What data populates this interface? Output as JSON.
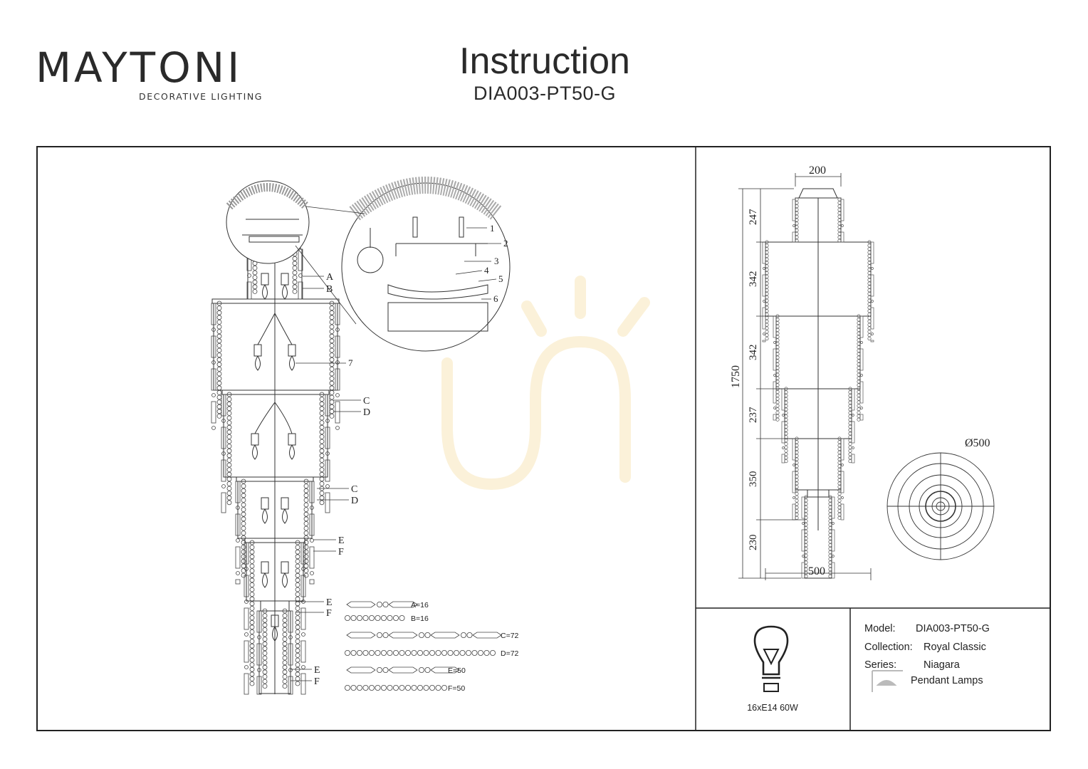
{
  "header": {
    "logo_text": "MAYTONI",
    "logo_tagline": "DECORATIVE LIGHTING",
    "title": "Instruction",
    "model_code": "DIA003-PT50-G"
  },
  "assembly_drawing": {
    "tier_labels": [
      "A",
      "B",
      "C",
      "D",
      "C",
      "D",
      "E",
      "F",
      "E",
      "F",
      "E",
      "F"
    ],
    "part_numbers": [
      "1",
      "2",
      "3",
      "4",
      "5",
      "6",
      "7"
    ],
    "crystal_counts": [
      {
        "label": "A=16"
      },
      {
        "label": "B=16"
      },
      {
        "label": "C=72"
      },
      {
        "label": "D=72"
      },
      {
        "label": "E=50"
      },
      {
        "label": "F=50"
      }
    ]
  },
  "dimensions": {
    "canopy_width": "200",
    "total_height": "1750",
    "segment_heights": [
      "247",
      "342",
      "342",
      "237",
      "350",
      "230"
    ],
    "bottom_width": "500",
    "diameter": "Ø500"
  },
  "specs": {
    "bulb_caption": "16xE14 60W",
    "rows": [
      {
        "label": "Model:",
        "value": "DIA003-PT50-G"
      },
      {
        "label": "Collection:",
        "value": "Royal Classic"
      },
      {
        "label": "Series:",
        "value": "Niagara"
      }
    ],
    "category": "Pendant Lamps"
  },
  "colors": {
    "line": "#222222",
    "brand_accent": "#6b1f5e",
    "watermark": "#fbf1d9"
  }
}
